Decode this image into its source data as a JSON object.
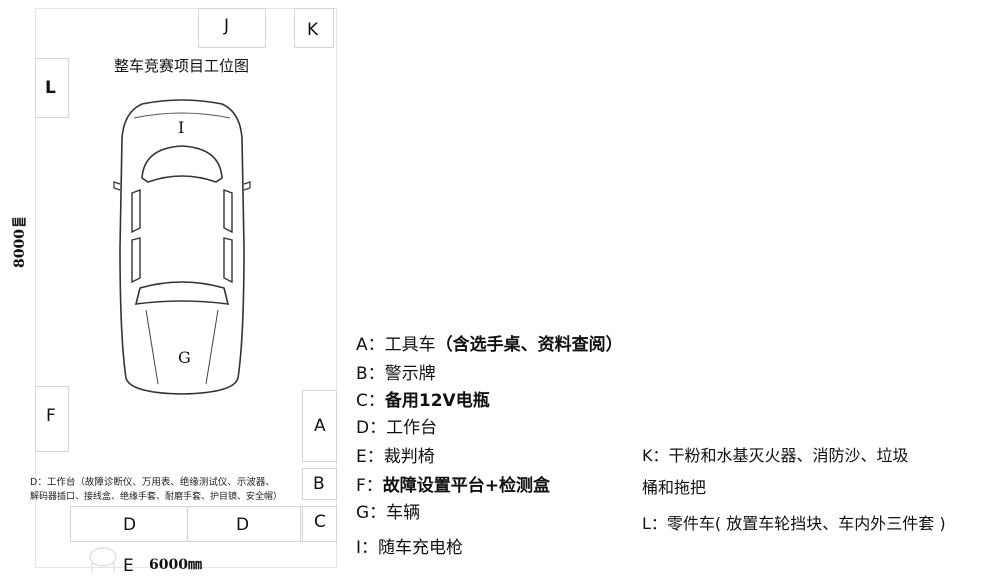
{
  "layout_title": "整车竞赛项目工位图",
  "dimension_height": "8000㎜",
  "dimension_width": "6000㎜",
  "zones": {
    "A": "A",
    "B": "B",
    "C": "C",
    "D1": "D",
    "D2": "D",
    "E": "E",
    "F": "F",
    "G": "G",
    "I": "I",
    "J": "J",
    "K": "K",
    "L": "L"
  },
  "d_note": {
    "line1": "D：工作台（故障诊断仪、万用表、绝缘测试仪、示波器、",
    "line2": "解码器插口、接线盒、绝缘手套、耐磨手套、护目镜、安全帽）"
  },
  "legend": {
    "A_key": "A：工具车",
    "A_detail": "（含选手桌、资料查阅）",
    "B": "B：警示牌",
    "C_key": "C：",
    "C_detail": "备用12V电瓶",
    "D": "D：工作台",
    "E": "E：裁判椅",
    "F_key": "F：",
    "F_detail": "故障设置平台+检测盒",
    "G": "G：车辆",
    "I": "I：随车充电枪",
    "K_line1": "K：干粉和水基灭火器、消防沙、垃圾",
    "K_line2": "桶和拖把",
    "L": "L：零件车( 放置车轮挡块、车内外三件套 )"
  }
}
